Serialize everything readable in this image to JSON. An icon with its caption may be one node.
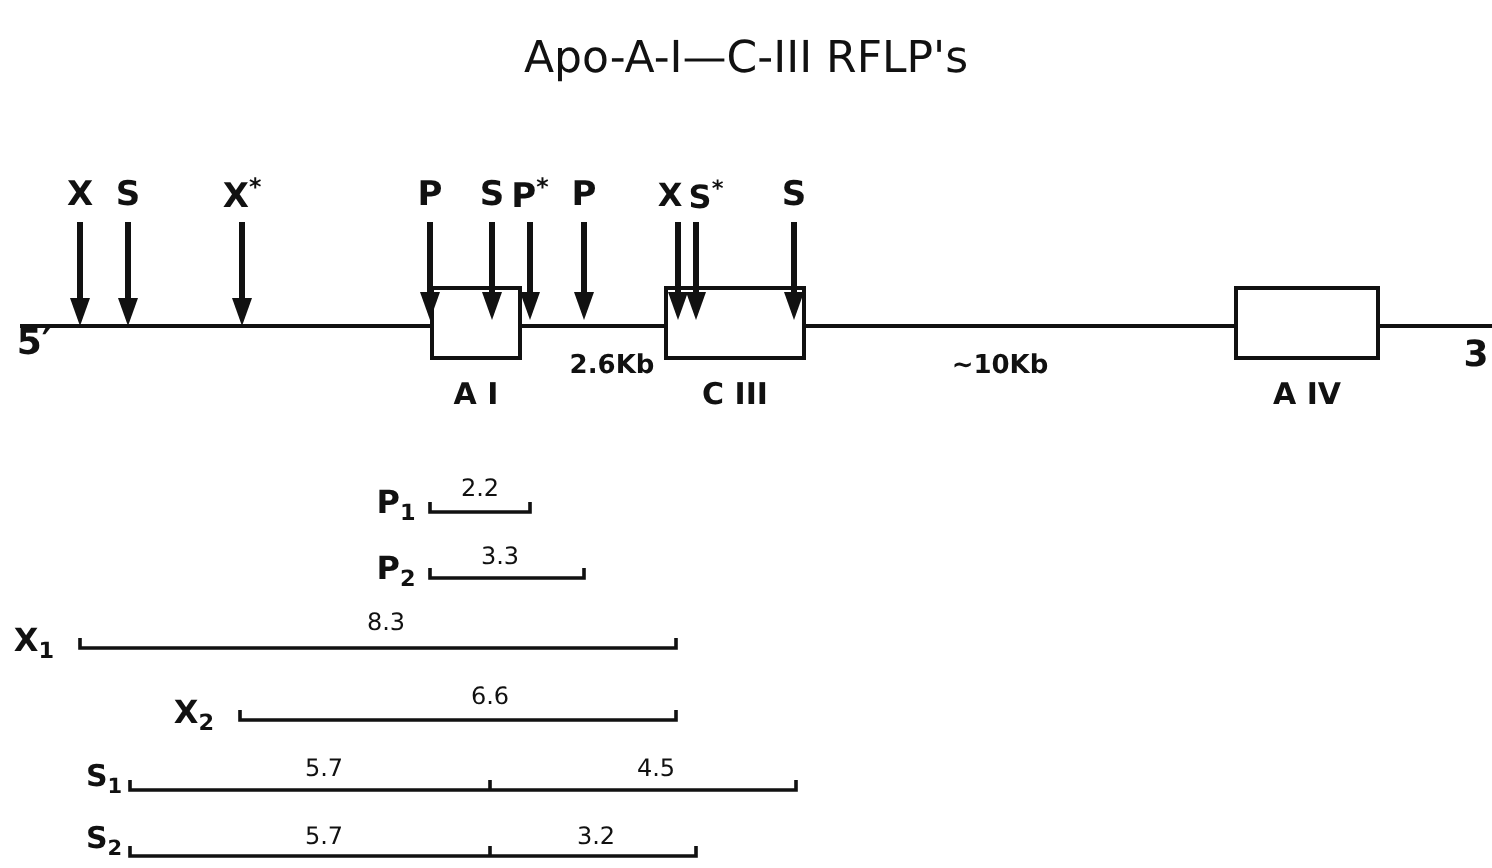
{
  "diagram": {
    "title": "Apo-A-I—C-III RFLP's",
    "nodes": [
      {
        "text": [
          "A I"
        ]
      },
      {
        "text": [
          "C III"
        ]
      },
      {
        "text": [
          "A IV"
        ]
      }
    ],
    "labels": [
      "X",
      "S",
      "X$^{*}$",
      "P",
      "S",
      "P$^{*}$",
      "P",
      "X",
      "S$^{*}$",
      "S",
      "5′",
      "2.6Kb",
      "∼10Kb",
      "3",
      "P$_{1}$",
      "2.2",
      "P$_{2}$",
      "3.3",
      "X$_{1}$",
      "8.3",
      "X$_{2}$",
      "6.6",
      "S$_{1}$",
      "5.7",
      "4.5",
      "S$_{2}$",
      "5.7",
      "3.2"
    ]
  }
}
